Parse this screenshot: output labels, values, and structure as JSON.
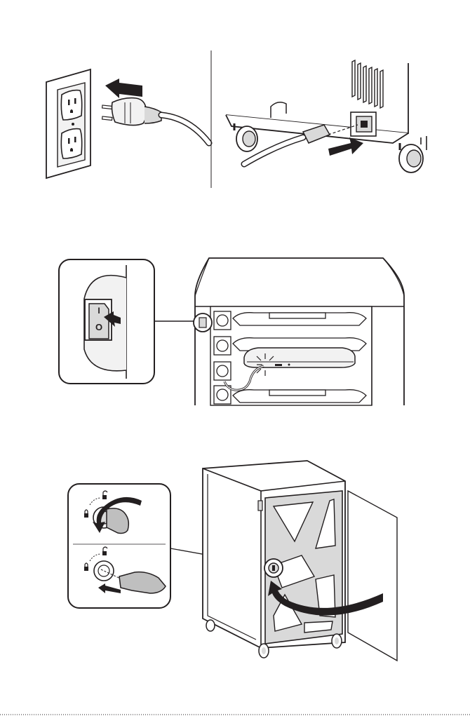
{
  "steps": [
    {
      "id": "step-1",
      "panels": [
        "wall-outlet-plug",
        "cart-power-inlet"
      ]
    },
    {
      "id": "step-2",
      "panels": [
        "power-switch-detail",
        "cart-shelves-with-laptop"
      ]
    },
    {
      "id": "step-3",
      "panels": [
        "lock-key-detail",
        "cart-door-closing"
      ]
    }
  ],
  "switch": {
    "on_mark": "I",
    "off_mark": "O"
  },
  "colors": {
    "ink": "#231f20",
    "fill_light": "#f2f2f2",
    "fill_mid": "#d9d9d9",
    "fill_dark": "#bfbfbf",
    "paper": "#ffffff"
  },
  "icons": [
    "plug-icon",
    "arrow-icon",
    "power-switch-icon",
    "lock-icon",
    "unlock-icon",
    "key-icon",
    "laptop-icon",
    "caster-icon"
  ]
}
